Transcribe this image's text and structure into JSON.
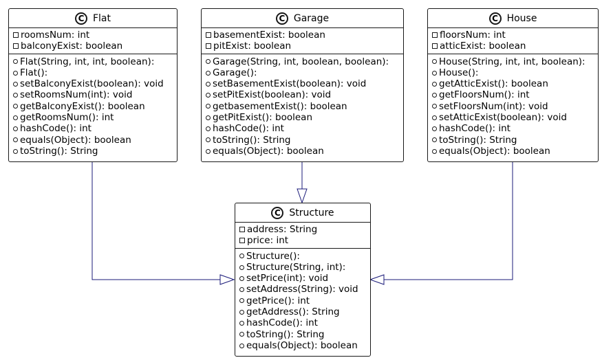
{
  "badge": "C",
  "classes": {
    "flat": {
      "name": "Flat",
      "attributes": [
        "roomsNum: int",
        "balconyExist: boolean"
      ],
      "methods": [
        "Flat(String, int, int, boolean):",
        "Flat():",
        "setBalconyExist(boolean): void",
        "setRoomsNum(int): void",
        "getBalconyExist(): boolean",
        "getRoomsNum(): int",
        "hashCode(): int",
        "equals(Object): boolean",
        "toString(): String"
      ]
    },
    "garage": {
      "name": "Garage",
      "attributes": [
        "basementExist: boolean",
        "pitExist: boolean"
      ],
      "methods": [
        "Garage(String, int, boolean, boolean):",
        "Garage():",
        "setBasementExist(boolean): void",
        "setPitExist(boolean): void",
        "getbasementExist(): boolean",
        "getPitExist(): boolean",
        "hashCode(): int",
        "toString(): String",
        "equals(Object): boolean"
      ]
    },
    "house": {
      "name": "House",
      "attributes": [
        "floorsNum: int",
        "atticExist: boolean"
      ],
      "methods": [
        "House(String, int, int, boolean):",
        "House():",
        "getAtticExist(): boolean",
        "getFloorsNum(): int",
        "setFloorsNum(int): void",
        "setAtticExist(boolean): void",
        "hashCode(): int",
        "toString(): String",
        "equals(Object): boolean"
      ]
    },
    "structure": {
      "name": "Structure",
      "attributes": [
        "address: String",
        "price: int"
      ],
      "methods": [
        "Structure():",
        "Structure(String, int):",
        "setPrice(int): void",
        "setAddress(String): void",
        "getPrice(): int",
        "getAddress(): String",
        "hashCode(): int",
        "toString(): String",
        "equals(Object): boolean"
      ]
    }
  },
  "colors": {
    "edge": "#181878",
    "border": "#181818"
  }
}
